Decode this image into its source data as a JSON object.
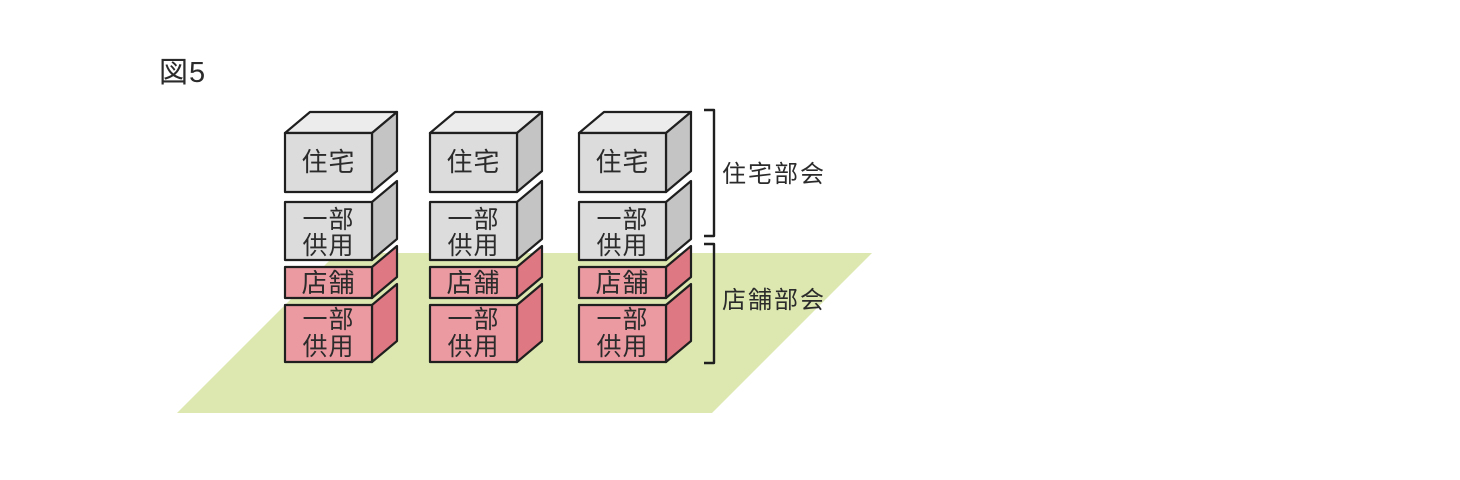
{
  "figure": {
    "label": "図5"
  },
  "colors": {
    "outline": "#1f1f1f",
    "text": "#2b2b2b",
    "gray_front": "#dcdcdc",
    "gray_side": "#c4c4c4",
    "gray_top": "#ececec",
    "pink_front": "#ec9aa2",
    "pink_side": "#de7882",
    "green_plane": "#dce8b0"
  },
  "towers": [
    {
      "boxes": [
        {
          "label": "住宅",
          "lines": [
            "住宅"
          ],
          "color_role": "gray"
        },
        {
          "label": "一部供用",
          "lines": [
            "一部",
            "供用"
          ],
          "color_role": "gray"
        },
        {
          "label": "店舗",
          "lines": [
            "店舗"
          ],
          "color_role": "pink"
        },
        {
          "label": "一部供用",
          "lines": [
            "一部",
            "供用"
          ],
          "color_role": "pink"
        }
      ]
    },
    {
      "boxes": [
        {
          "label": "住宅",
          "lines": [
            "住宅"
          ],
          "color_role": "gray"
        },
        {
          "label": "一部供用",
          "lines": [
            "一部",
            "供用"
          ],
          "color_role": "gray"
        },
        {
          "label": "店舗",
          "lines": [
            "店舗"
          ],
          "color_role": "pink"
        },
        {
          "label": "一部供用",
          "lines": [
            "一部",
            "供用"
          ],
          "color_role": "pink"
        }
      ]
    },
    {
      "boxes": [
        {
          "label": "住宅",
          "lines": [
            "住宅"
          ],
          "color_role": "gray"
        },
        {
          "label": "一部供用",
          "lines": [
            "一部",
            "供用"
          ],
          "color_role": "gray"
        },
        {
          "label": "店舗",
          "lines": [
            "店舗"
          ],
          "color_role": "pink"
        },
        {
          "label": "一部供用",
          "lines": [
            "一部",
            "供用"
          ],
          "color_role": "pink"
        }
      ]
    }
  ],
  "annotations": [
    {
      "label": "住宅部会"
    },
    {
      "label": "店舗部会"
    }
  ]
}
